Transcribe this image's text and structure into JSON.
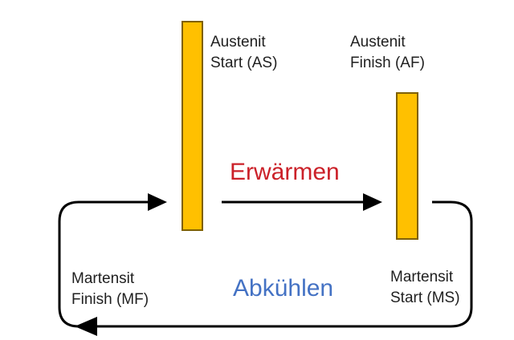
{
  "diagram": {
    "description": "Austenite-Martensite transformation temperature cycle",
    "labels": {
      "austenite_start": "Austenit\nStart (AS)",
      "austenite_finish": "Austenit\nFinish (AF)",
      "martensite_finish": "Martensit\nFinish (MF)",
      "martensite_start": "Martensit\nStart (MS)"
    },
    "heating_label": "Erwärmen",
    "cooling_label": "Abkühlen",
    "colors": {
      "bar_fill": "#FFC000",
      "bar_border": "#7F6000",
      "heating": "#CB2129",
      "cooling": "#4472C4",
      "text": "#1F1F1F",
      "arrow": "#000000"
    }
  }
}
